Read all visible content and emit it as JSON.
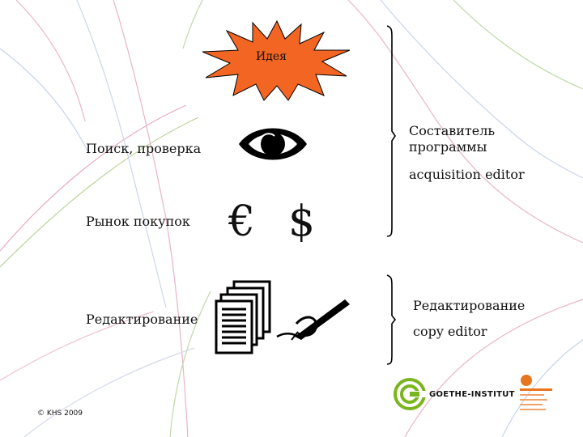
{
  "idea": {
    "label": "Идея",
    "fill": "#f26522"
  },
  "left_items": [
    {
      "label": "Поиск, проверка",
      "icon": "eye-icon"
    },
    {
      "label": "Рынок покупок",
      "icon": "currency-icons",
      "symbols": [
        "€",
        "$"
      ]
    },
    {
      "label": "Редактирование",
      "icon": "documents-pen-icon"
    }
  ],
  "right_groups": [
    {
      "title": "Составитель программы",
      "subtitle": "acquisition editor"
    },
    {
      "title": "Редактирование",
      "subtitle": "copy editor"
    }
  ],
  "footer": {
    "copyright": "© KHS 2009",
    "logo": "GOETHE-INSTITUT",
    "logo_color": "#7ab51d",
    "partner_logo_color": "#e8761f"
  }
}
